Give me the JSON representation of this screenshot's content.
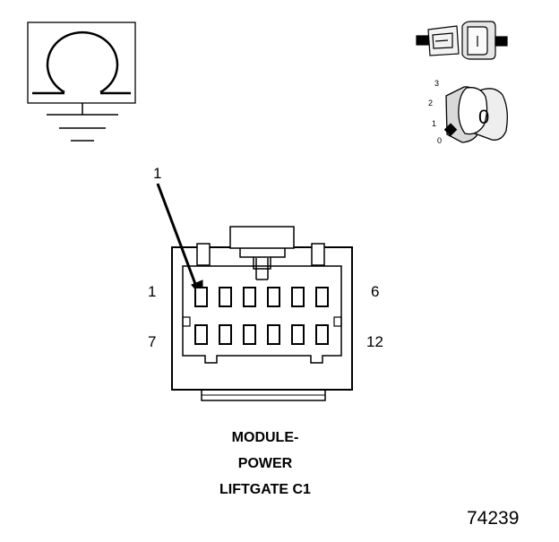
{
  "callout": {
    "label": "1"
  },
  "pins": {
    "top_left": "1",
    "top_right": "6",
    "bottom_left": "7",
    "bottom_right": "12"
  },
  "caption": {
    "line1": "MODULE-",
    "line2": "POWER",
    "line3": "LIFTGATE C1"
  },
  "figure_number": "74239",
  "ignition_icon": {
    "positions": [
      "3",
      "2",
      "1",
      "0"
    ],
    "key_mark": "0"
  },
  "icons": [
    "ohm-ground-symbol",
    "fuse-connector-icon",
    "ignition-key-icon"
  ]
}
